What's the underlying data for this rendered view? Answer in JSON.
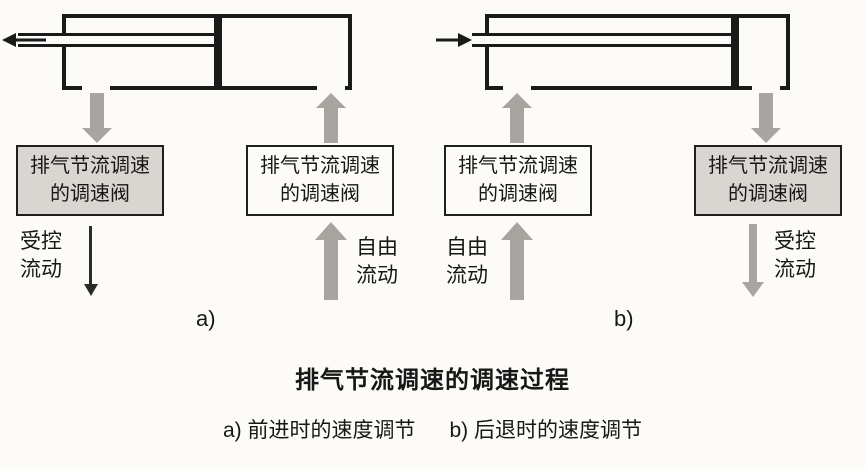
{
  "title": "排气节流调速的调速过程",
  "captions": {
    "a": "a) 前进时的速度调节",
    "b": "b) 后退时的速度调节"
  },
  "diagram_a": {
    "label": "a)",
    "valve_left": {
      "text": "排气节流调速的调速阀",
      "highlighted": true
    },
    "valve_right": {
      "text": "排气节流调速的调速阀",
      "highlighted": false
    },
    "flow_left": {
      "text": "受控流动",
      "direction": "down",
      "type": "controlled"
    },
    "flow_right": {
      "text": "自由流动",
      "direction": "up",
      "type": "free"
    },
    "piston_motion": "left"
  },
  "diagram_b": {
    "label": "b)",
    "valve_left": {
      "text": "排气节流调速的调速阀",
      "highlighted": false
    },
    "valve_right": {
      "text": "排气节流调速的调速阀",
      "highlighted": true
    },
    "flow_left": {
      "text": "自由流动",
      "direction": "up",
      "type": "free"
    },
    "flow_right": {
      "text": "受控流动",
      "direction": "down",
      "type": "controlled"
    },
    "piston_motion": "right"
  },
  "colors": {
    "line": "#1a1a1a",
    "flow_arrow_gray": "#a7a5a0",
    "valve_highlight_bg": "#d9d6d1"
  }
}
